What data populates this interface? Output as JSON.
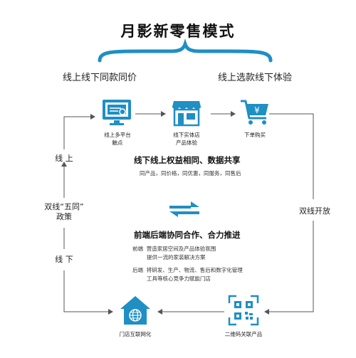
{
  "title": "月影新零售模式",
  "left_branch": "线上线下同款同价",
  "right_branch": "线上选款线下体验",
  "icons": {
    "online_platform": {
      "line1": "线上多平台",
      "line2": "触点"
    },
    "offline_store": {
      "line1": "线下实体店",
      "line2": "产品体验"
    },
    "cart": {
      "line1": "下单购买"
    },
    "store_network": {
      "line1": "门店互联网化"
    },
    "qr_code": {
      "line1": "二维码关联产品"
    }
  },
  "left_side": {
    "online": "线 上",
    "policy_line1": "双线“五同”",
    "policy_line2": "政策",
    "offline": "线 下"
  },
  "right_side": {
    "label": "双线开放"
  },
  "center_top": {
    "heading": "线下线上权益相同、数据共享",
    "detail": "同产品，同价格，同优惠，同服务，同售后"
  },
  "center_bottom": {
    "heading": "前端后端协同合作、合力推进",
    "front_label": "前端",
    "front_line1": "营造家居空间及产品体验氛围",
    "front_line2": "提供一流的家装解决方案",
    "back_label": "后端",
    "back_line1": "将研发、生产、物流、售后和数字化管理",
    "back_line2": "工具等核心竞争力赋能门店"
  },
  "colors": {
    "accent": "#1f8fc4",
    "arrow": "#5a5a5a"
  }
}
